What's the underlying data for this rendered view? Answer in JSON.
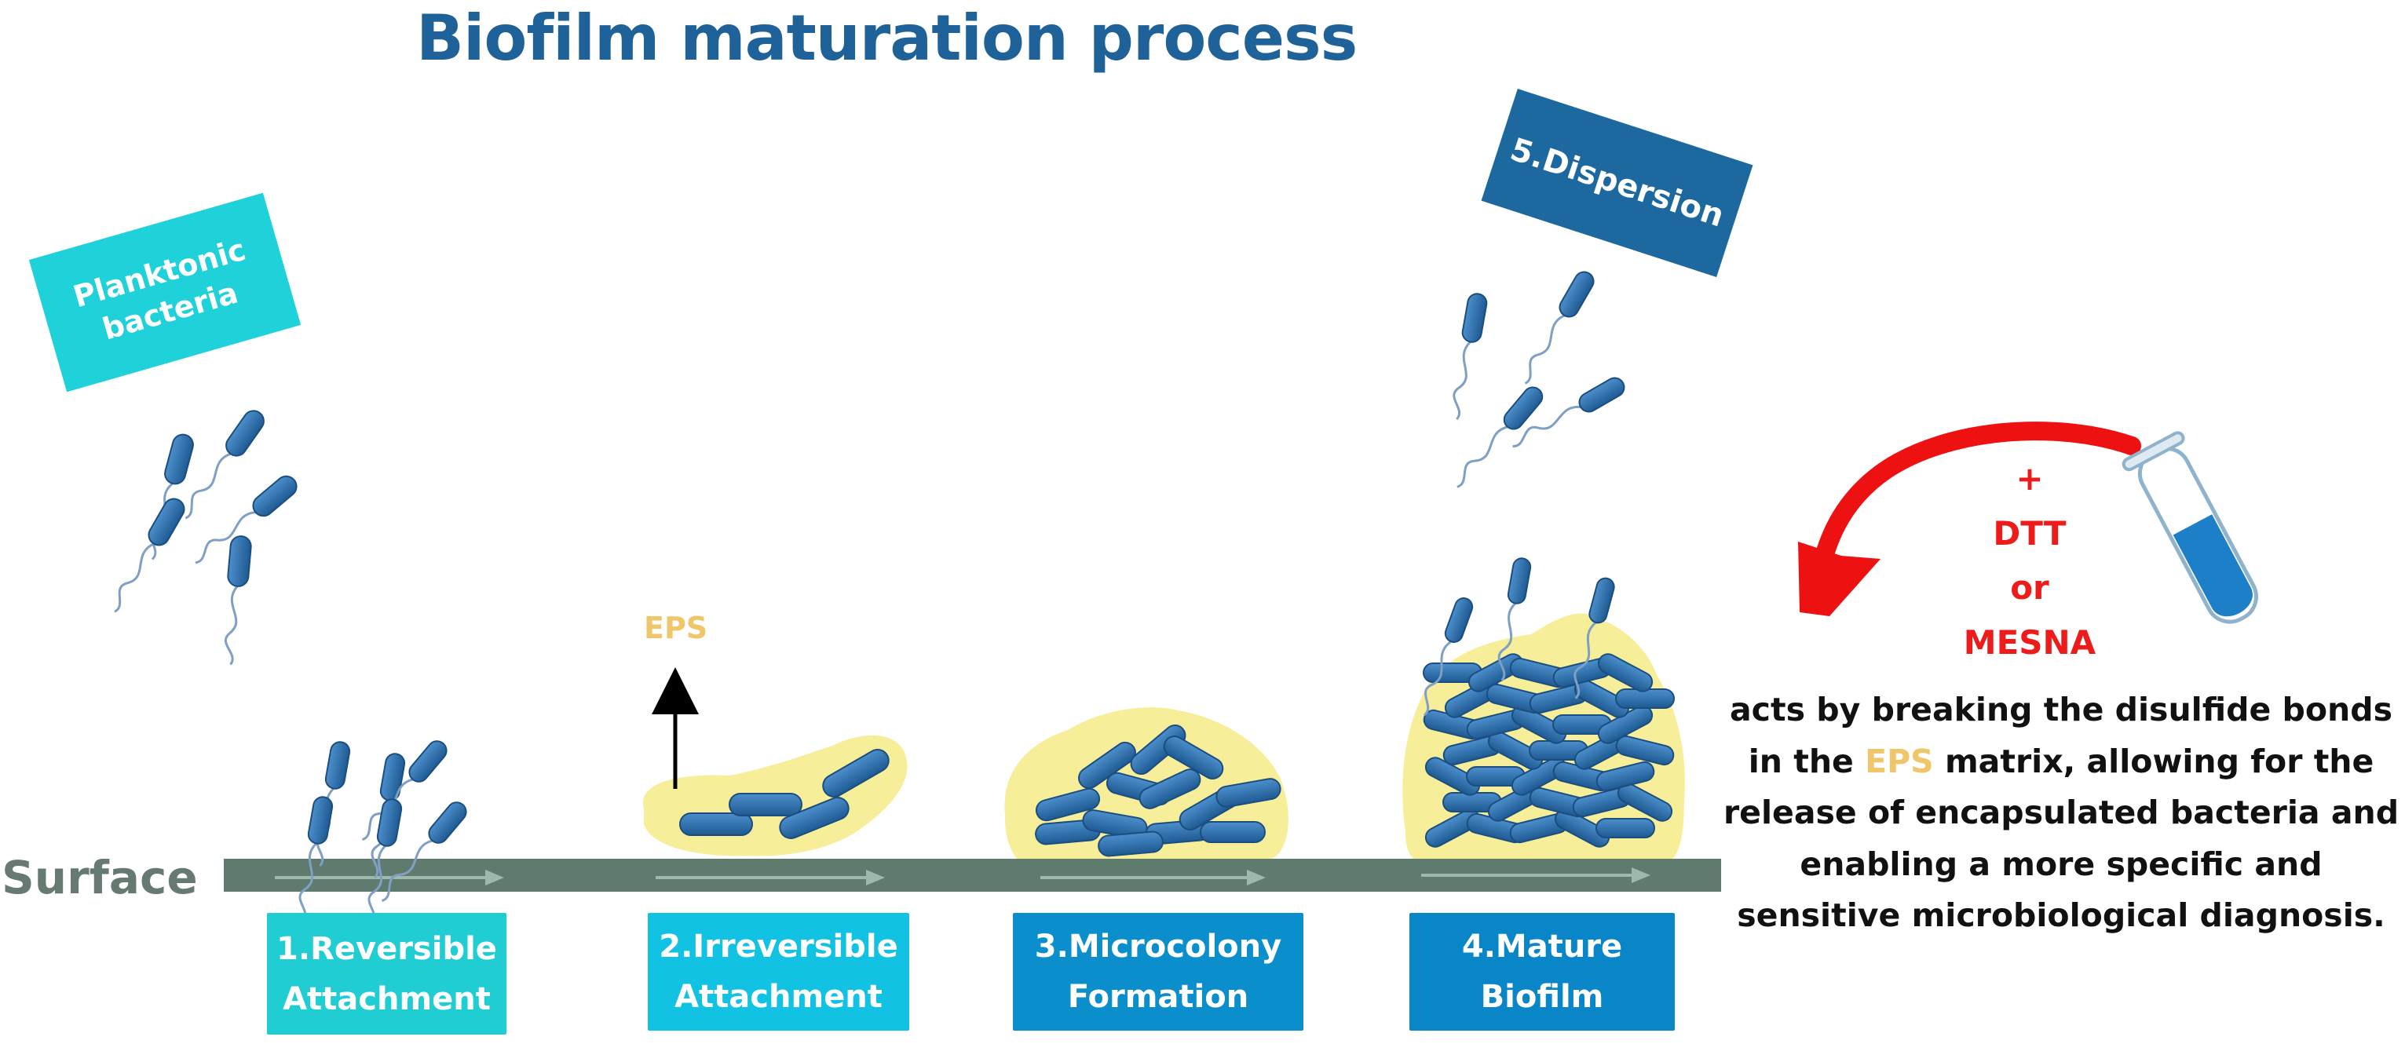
{
  "title": "Biofilm maturation process",
  "planktonic_label": "Planktonic bacteria",
  "dispersion_label": "5.Dispersion",
  "surface_label": "Surface",
  "eps_label": "EPS",
  "stages": [
    {
      "line1": "1.Reversible",
      "line2": "Attachment"
    },
    {
      "line1": "2.Irreversible",
      "line2": "Attachment"
    },
    {
      "line1": "3.Microcolony",
      "line2": "Formation"
    },
    {
      "line1": "4.Mature",
      "line2": "Biofilm"
    }
  ],
  "reagent": {
    "plus": "+",
    "line1": "DTT",
    "line2": "or",
    "line3": "MESNA"
  },
  "description": {
    "part1": "acts by breaking the disulfide bonds in the ",
    "eps": "EPS",
    "part2": " matrix, allowing for the release of encapsulated bacteria and enabling a more specific and sensitive microbiological diagnosis."
  },
  "colors": {
    "title": "#1f6199",
    "planktonic_tag": "#1fd1d8",
    "dispersion_tag": "#1c689f",
    "surface": "#5f7b6e",
    "surface_text": "#667a72",
    "eps": "#f0c66a",
    "eps_matrix": "#f7ee9a",
    "bacterium": "#2b69a6",
    "stage1": "#20cdd2",
    "stage2": "#12c2e3",
    "stage3": "#0b8ecc",
    "stage4": "#0986c7",
    "reagent": "#ee1b1b",
    "tube_liquid": "#1d7fc8"
  },
  "icons": [
    "bacterium-icon",
    "test-tube-icon",
    "curved-arrow-icon",
    "up-arrow-icon"
  ]
}
